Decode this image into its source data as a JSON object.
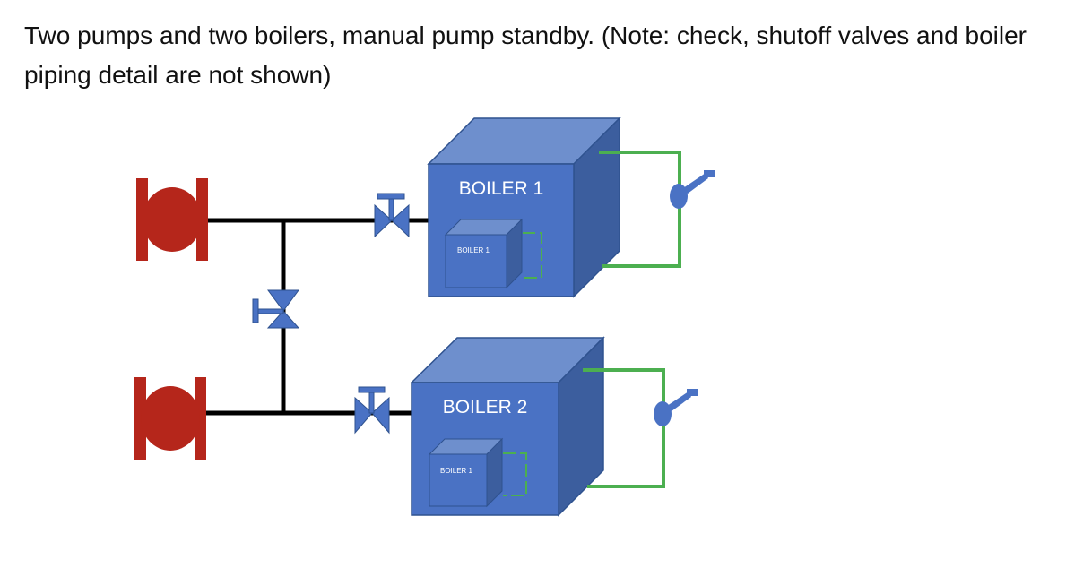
{
  "caption": "Two pumps and two boilers, manual pump standby. (Note: check, shutoff valves and boiler piping detail are not shown)",
  "boilers": [
    {
      "label": "BOILER 1",
      "inset_label": "BOILER 1"
    },
    {
      "label": "BOILER 2",
      "inset_label": "BOILER 1"
    }
  ],
  "colors": {
    "pipe": "#000000",
    "pump": "#b5261b",
    "valve": "#4a72c4",
    "boiler_front": "#4a72c4",
    "boiler_top": "#6e8fcd",
    "boiler_side": "#3c5e9e",
    "boiler_edge": "#2f528f",
    "aux_pipe": "#4caf50"
  }
}
